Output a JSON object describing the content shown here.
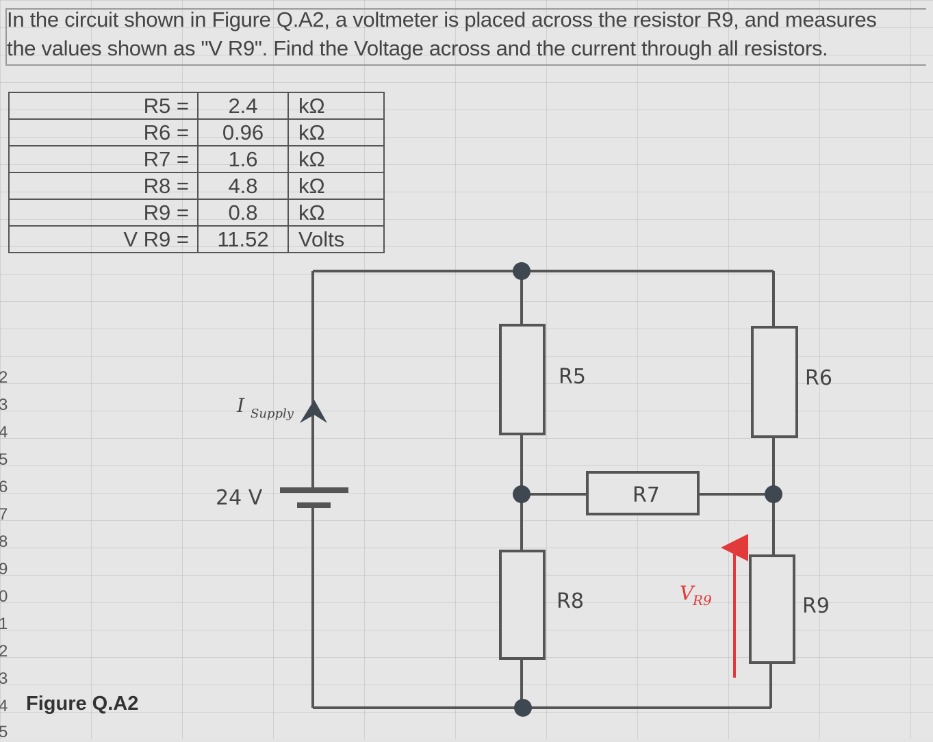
{
  "question": {
    "line1": "In the circuit shown in Figure Q.A2, a voltmeter is placed across the resistor R9, and measures",
    "line2": "the values shown as \"V R9\". Find the Voltage across and the current through all resistors."
  },
  "params": [
    {
      "name": "R5 =",
      "value": "2.4",
      "unit": "kΩ"
    },
    {
      "name": "R6 =",
      "value": "0.96",
      "unit": "kΩ"
    },
    {
      "name": "R7 =",
      "value": "1.6",
      "unit": "kΩ"
    },
    {
      "name": "R8 =",
      "value": "4.8",
      "unit": "kΩ"
    },
    {
      "name": "R9 =",
      "value": "0.8",
      "unit": "kΩ"
    },
    {
      "name": "V R9 =",
      "value": "11.52",
      "unit": "Volts"
    }
  ],
  "circuit": {
    "r5": "R5",
    "r6": "R6",
    "r7": "R7",
    "r8": "R8",
    "r9": "R9",
    "source": "24 V",
    "current_main": "I",
    "current_sub": "Supply",
    "vr9_main": "V",
    "vr9_sub": "R9",
    "arrow_color": "#e23a3a",
    "wire_color": "#555555",
    "node_color": "#3f4750"
  },
  "row_numbers": [
    "2",
    "3",
    "4",
    "5",
    "6",
    "7",
    "8",
    "9",
    "0",
    "1",
    "2",
    "3",
    "4",
    "5"
  ],
  "figure_label": "Figure Q.A2"
}
